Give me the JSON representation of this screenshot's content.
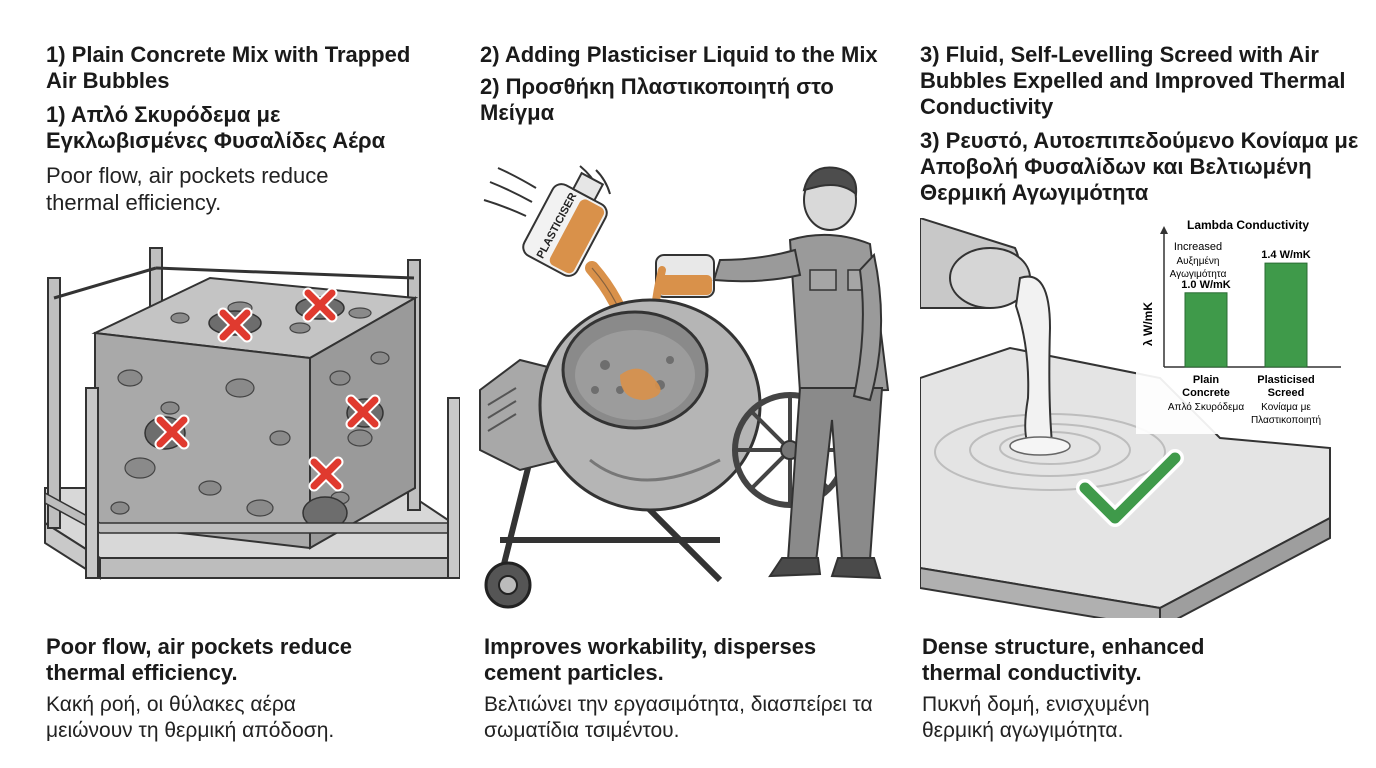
{
  "panels": [
    {
      "title_en": "1) Plain Concrete Mix with Trapped Air Bubbles",
      "title_el": "1) Απλό Σκυρόδεμα με Εγκλωβισμένες Φυσαλίδες Αέρα",
      "subtitle": "Poor flow, air pockets reduce thermal efficiency.",
      "caption_en": "Poor flow, air pockets reduce thermal efficiency.",
      "caption_el": "Κακή ροή, οι θύλακες αέρα μειώνουν τη θερμική απόδοση."
    },
    {
      "title_en": "2) Adding Plasticiser Liquid to the Mix",
      "title_el": "2) Προσθήκη Πλαστικοποιητή στο Μείγμα",
      "bottle_label": "PLASTICISER",
      "caption_en": "Improves workability, disperses cement particles.",
      "caption_el": "Βελτιώνει την εργασιμότητα, διασπείρει τα σωματίδια τσιμέντου."
    },
    {
      "title_en": "3) Fluid, Self-Levelling Screed with Air Bubbles Expelled and Improved Thermal Conductivity",
      "title_el": "3) Ρευστό, Αυτοεπιπεδούμενο Κονίαμα με Αποβολή Φυσαλίδων και Βελτιωμένη Θερμική Αγωγιμότητα",
      "caption_en": "Dense structure, enhanced thermal conductivity.",
      "caption_el": "Πυκνή δομή, ενισχυμένη θερμική αγωγιμότητα."
    }
  ],
  "chart_data": {
    "type": "bar",
    "title": "Lambda Conductivity",
    "ylabel": "λ W/mK",
    "categories": [
      "Plain Concrete",
      "Plasticised Screed"
    ],
    "categories_el": [
      "Απλό Σκυρόδεμα",
      "Κονίαμα με Πλαστικοποιητή"
    ],
    "values": [
      1.0,
      1.4
    ],
    "value_labels": [
      "1.0 W/mK",
      "1.4 W/mK"
    ],
    "annotation_en": "Increased",
    "annotation_el": "Αυξημένη Αγωγιμότητα",
    "ylim": [
      0,
      1.9
    ],
    "bar_color": "#3f9a4a"
  },
  "colors": {
    "cross": "#e03a2f",
    "check": "#3f9a4a",
    "liquid": "#d9914a"
  },
  "icons": [
    "cross-mark-icon",
    "check-mark-icon"
  ]
}
